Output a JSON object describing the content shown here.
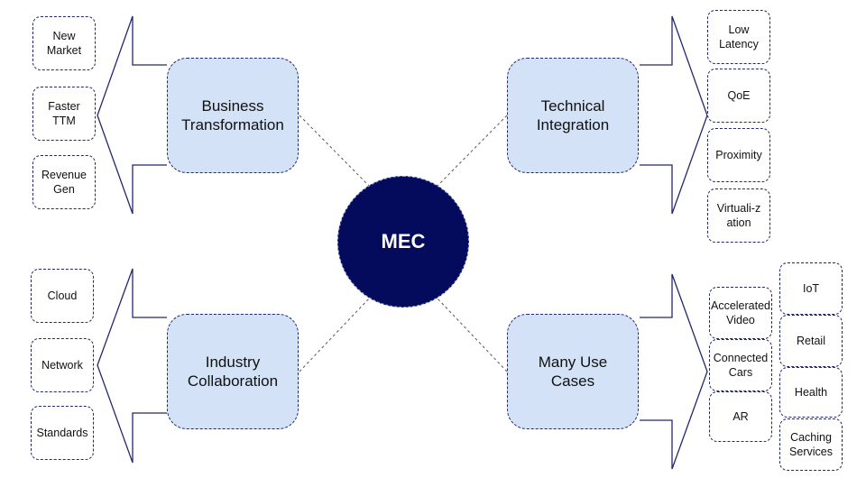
{
  "hub": {
    "label": "MEC"
  },
  "branches": {
    "business": {
      "title": "Business\nTransformation",
      "items": [
        "New\nMarket",
        "Faster\nTTM",
        "Revenue\nGen"
      ]
    },
    "technical": {
      "title": "Technical\nIntegration",
      "items": [
        "Low\nLatency",
        "QoE",
        "Proximity",
        "Virtuali-z\nation"
      ]
    },
    "industry": {
      "title": "Industry\nCollaboration",
      "items": [
        "Cloud",
        "Network",
        "Standards"
      ]
    },
    "usecases": {
      "title": "Many Use\nCases",
      "items": [
        "Accelerated\nVideo",
        "Connected\nCars",
        "AR"
      ],
      "items_outer": [
        "IoT",
        "Retail",
        "Health",
        "Caching\nServices"
      ]
    }
  },
  "colors": {
    "hub_fill": "#050b5c",
    "box_fill": "#d3e2f6",
    "outline": "#23286b",
    "connector": "#555555"
  }
}
